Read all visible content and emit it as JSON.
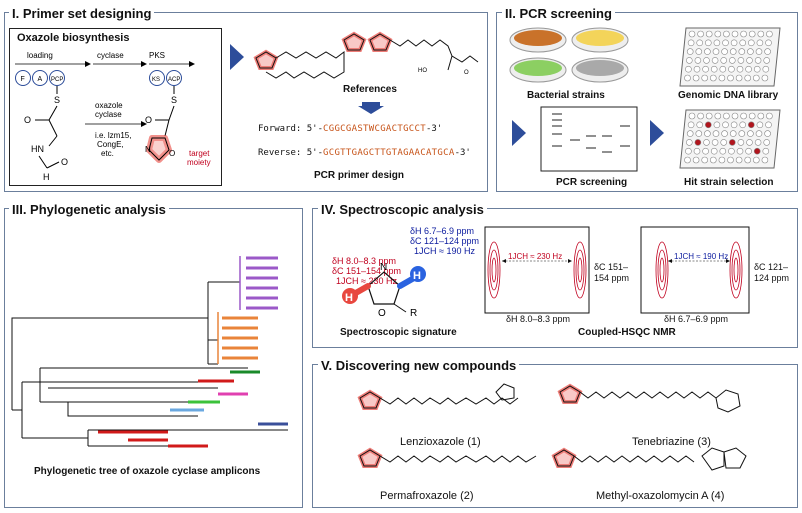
{
  "panel1": {
    "title": "I. Primer set designing",
    "box_title": "Oxazole biosynthesis",
    "step_loading": "loading",
    "step_cyclase": "cyclase",
    "step_pks": "PKS",
    "domain_f": "F",
    "domain_a": "A",
    "domain_pcp": "PCP",
    "domain_ks": "KS",
    "domain_acp": "ACP",
    "atom_s": "S",
    "atom_o": "O",
    "atom_hn": "HN",
    "atom_h": "H",
    "atom_n": "N",
    "oxazole_cyclase": "oxazole\ncyclase",
    "examples": "i.e. lzm15,\nCongE,\netc.",
    "target_moiety": "target\nmoiety",
    "references": "References",
    "forward_label": "Forward: 5'-",
    "forward_seq": "CGGCGASTWCGACTGCCT",
    "forward_end": "-3'",
    "reverse_label": "Reverse: 5'-",
    "reverse_seq": "GCGTTGAGCTTGTAGAACATGCA",
    "reverse_end": "-3'",
    "primer_design": "PCR primer design"
  },
  "panel2": {
    "title": "II. PCR screening",
    "bacterial_strains": "Bacterial strains",
    "genomic_library": "Genomic DNA library",
    "pcr_screening": "PCR screening",
    "hit_selection": "Hit strain selection"
  },
  "panel3": {
    "title": "III. Phylogenetic analysis",
    "caption": "Phylogenetic tree of oxazole cyclase amplicons"
  },
  "panel4": {
    "title": "IV. Spectroscopic analysis",
    "h2_line1": "δH 8.0–8.3 ppm",
    "h2_line2": "δC 151–154 ppm",
    "h2_line3": "1JCH ≈ 230 Hz",
    "h5_line1": "δH 6.7–6.9 ppm",
    "h5_line2": "δC 121–124 ppm",
    "h5_line3": "1JCH ≈ 190 Hz",
    "atom_n": "N",
    "atom_o": "O",
    "atom_h": "H",
    "atom_r": "R",
    "signature": "Spectroscopic signature",
    "hsqc1_j": "1JCH ≈ 230 Hz",
    "hsqc1_x": "δH 8.0–8.3 ppm",
    "hsqc1_y": "δC 151–\n154 ppm",
    "hsqc2_j": "1JCH ≈ 190 Hz",
    "hsqc2_x": "δH 6.7–6.9 ppm",
    "hsqc2_y": "δC 121–\n124 ppm",
    "hsqc_title": "Coupled-HSQC NMR"
  },
  "panel5": {
    "title": "V. Discovering new compounds",
    "c1": "Lenzioxazole (1)",
    "c2": "Tenebriazine (3)",
    "c3": "Permafroxazole (2)",
    "c4": "Methyl-oxazolomycin A (4)"
  },
  "colors": {
    "accent_red": "#e8473f",
    "arrow_blue": "#2d4d9a",
    "panel_border": "#6b7f9c",
    "tree_purple": "#9b59c8",
    "tree_orange": "#e9843a",
    "tree_green": "#1a8a2a",
    "tree_red": "#d11a1a",
    "tree_pink": "#e040b0",
    "tree_lightgreen": "#3bc23b",
    "tree_lightblue": "#6aa8e0",
    "tree_navy": "#3a4f9a"
  }
}
